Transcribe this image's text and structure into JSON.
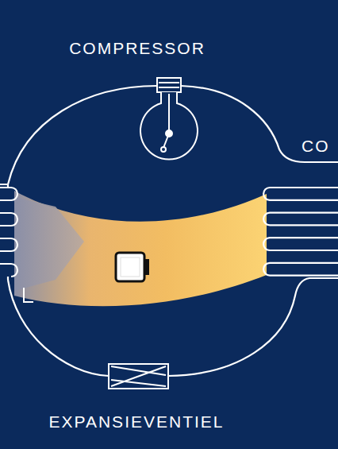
{
  "diagram": {
    "labels": [
      "COMPRESSOR",
      "CO",
      "EXPANSIEVENTIEL"
    ]
  }
}
